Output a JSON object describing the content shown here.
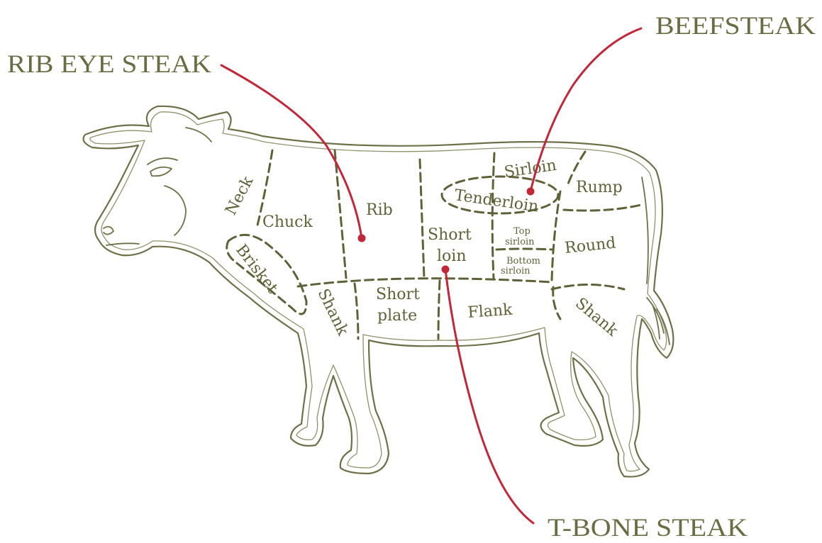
{
  "callouts": {
    "rib_eye": "RIB EYE STEAK",
    "beefsteak": "BEEFSTEAK",
    "t_bone": "T-BONE STEAK"
  },
  "cuts": {
    "neck": "Neck",
    "chuck": "Chuck",
    "rib": "Rib",
    "brisket": "Brisket",
    "shank_front": "Shank",
    "short_plate_1": "Short",
    "short_plate_2": "plate",
    "short_loin_1": "Short",
    "short_loin_2": "loin",
    "flank": "Flank",
    "sirloin": "Sirloin",
    "tenderloin": "Tenderloin",
    "rump": "Rump",
    "top_sirloin_1": "Top",
    "top_sirloin_2": "sirloin",
    "bottom_sirloin_1": "Bottom",
    "bottom_sirloin_2": "sirloin",
    "round": "Round",
    "shank_rear": "Shank"
  },
  "colors": {
    "outline": "#6e7048",
    "label_text": "#5f6238",
    "callout_text": "#6a6d43",
    "leader": "#c0283a"
  }
}
